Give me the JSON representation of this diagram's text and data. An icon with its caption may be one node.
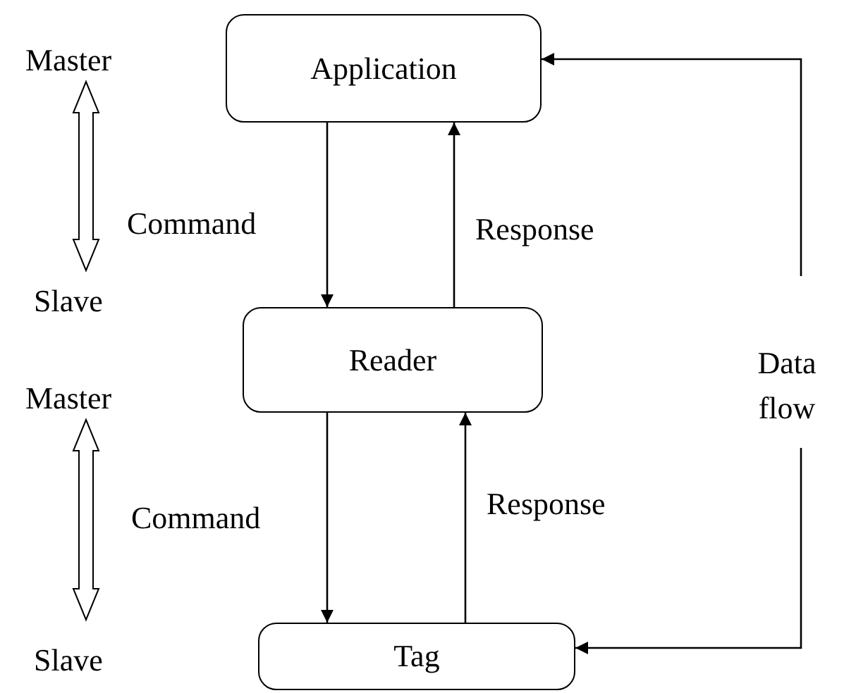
{
  "diagram": {
    "nodes": [
      {
        "text": [
          "Application"
        ]
      },
      {
        "text": [
          "Reader"
        ]
      },
      {
        "text": [
          "Tag"
        ]
      },
      {
        "text": [
          "Data flow"
        ]
      }
    ],
    "edges": [
      {
        "from": 0,
        "to": 1,
        "arrow": "to",
        "label": "Command"
      },
      {
        "from": 1,
        "to": 0,
        "arrow": "to",
        "label": "Response"
      },
      {
        "from": 1,
        "to": 2,
        "arrow": "to",
        "label": "Command"
      },
      {
        "from": 2,
        "to": 1,
        "arrow": "to",
        "label": "Response"
      },
      {
        "from": 3,
        "to": 0,
        "arrow": "to"
      },
      {
        "from": 3,
        "to": 2,
        "arrow": "to"
      }
    ],
    "labels": [
      "Master",
      "Slave",
      "Master",
      "Slave"
    ]
  }
}
